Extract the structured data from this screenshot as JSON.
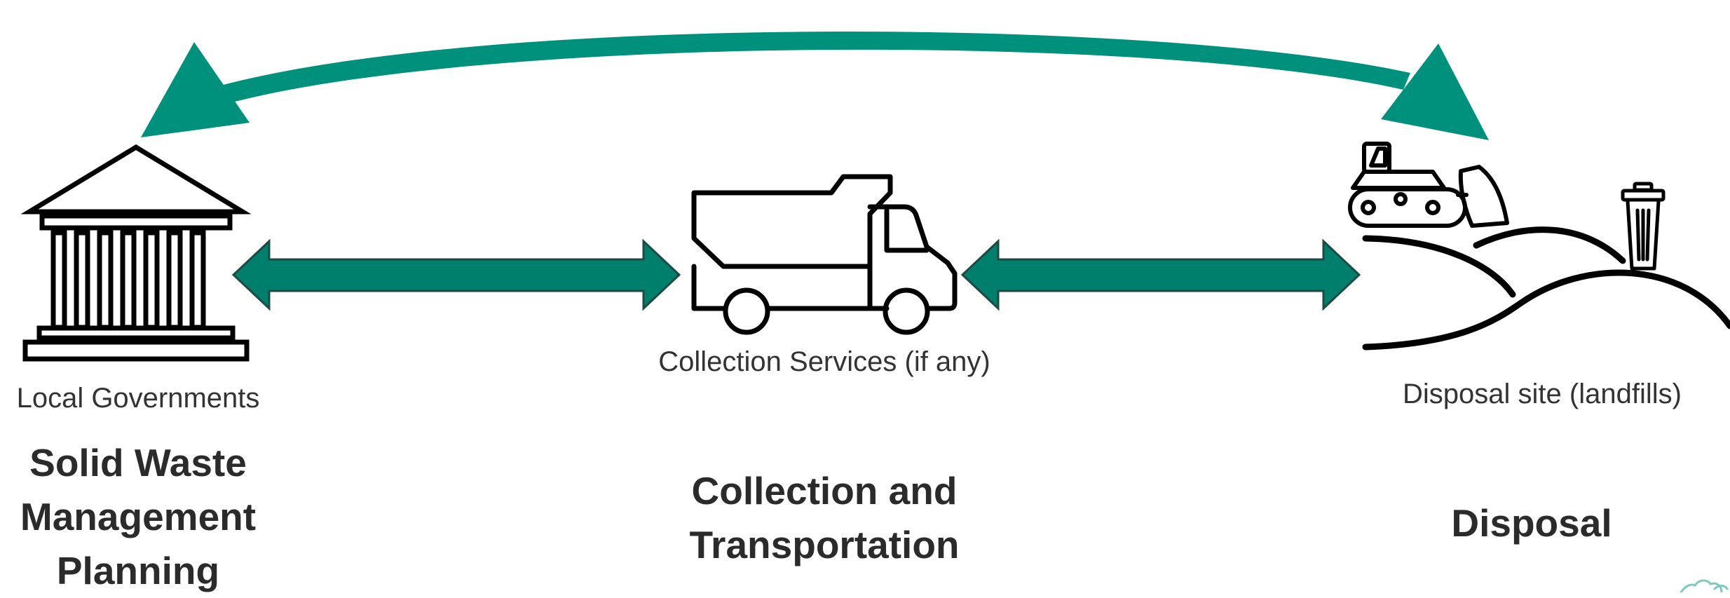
{
  "colors": {
    "arrow_fill": "#00917C",
    "arrow_fill_dark": "#007F6D",
    "arrow_outline": "#1E4A44",
    "icon_stroke": "#000000",
    "text": "#2B2B2B"
  },
  "icons": {
    "government": "government-building-icon",
    "truck": "dump-truck-icon",
    "landfill": "landfill-icon",
    "bulldozer": "bulldozer-icon",
    "trash_can": "trash-can-icon"
  },
  "stages": {
    "planning": {
      "caption": "Local Governments",
      "title_line1": "Solid Waste",
      "title_line2": "Management",
      "title_line3": "Planning"
    },
    "collection": {
      "caption": "Collection Services (if any)",
      "title_line1": "Collection and",
      "title_line2": "Transportation"
    },
    "disposal": {
      "caption": "Disposal site (landfills)",
      "title": "Disposal"
    }
  },
  "connectors": {
    "planning_to_collection": "double-headed",
    "collection_to_disposal": "double-headed",
    "disposal_to_planning": "curved double-headed"
  }
}
